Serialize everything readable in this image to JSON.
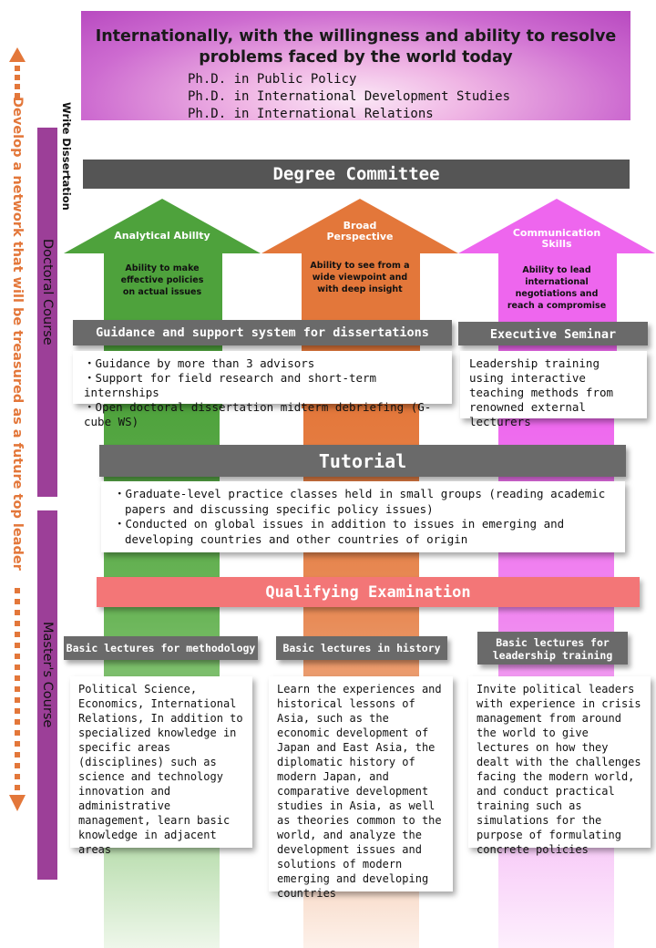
{
  "banner": {
    "title": "Internationally, with the willingness and ability to resolve problems faced by the world today",
    "degrees": [
      "Ph.D. in Public Policy",
      "Ph.D. in International Development Studies",
      "Ph.D. in International Relations"
    ]
  },
  "side": {
    "write_dissertation": "Write Dissertation",
    "network": "Develop a network that will be treasured as a future top leader",
    "doctoral": "Doctoral Course",
    "masters": "Master's Course"
  },
  "degree_committee": "Degree Committee",
  "arrows": [
    {
      "title": "Analytical Abillty",
      "desc": "Ability to make effective policies on actual issues",
      "color": "#4ea23c"
    },
    {
      "title": "Broad Perspective",
      "desc": "Ability to see from a wide viewpoint and with deep insight",
      "color": "#e3773a"
    },
    {
      "title": "Communication Skills",
      "desc": "Ability to lead international negotiations and reach a compromise",
      "color": "#ee66ee"
    }
  ],
  "guidance": {
    "header": "Guidance and support system for dissertations",
    "items": [
      "Guidance by more than 3 advisors",
      "Support for field research and short-term internships",
      "Open doctoral dissertation midterm debriefing (G-cube WS)"
    ]
  },
  "executive": {
    "header": "Executive Seminar",
    "text": "Leadership training using interactive teaching methods from renowned external lecturers"
  },
  "tutorial": {
    "header": "Tutorial",
    "items": [
      "Graduate-level practice classes held in small groups (reading academic papers and discussing specific policy issues)",
      "Conducted on global issues in addition to issues in emerging and developing countries and other countries of origin"
    ]
  },
  "qualifying": "Qualifying Examination",
  "lectures": [
    {
      "header": "Basic lectures for methodology",
      "text": "Political Science, Economics, International Relations, In addition to specialized knowledge in specific areas (disciplines) such as science and technology innovation and administrative management, learn basic knowledge in adjacent areas"
    },
    {
      "header": "Basic lectures in history",
      "text": "Learn the experiences and historical lessons of Asia, such as the economic development of Japan and East Asia, the diplomatic history of modern Japan, and comparative development studies in Asia, as well as theories common to the world, and analyze the development issues and solutions of modern emerging and developing countries"
    },
    {
      "header": "Basic lectures for leadership training",
      "text": "Invite political leaders with experience in crisis management from around the world to give lectures on how they dealt with the challenges facing the modern world, and conduct practical training such as simulations for the purpose of formulating concrete policies"
    }
  ]
}
